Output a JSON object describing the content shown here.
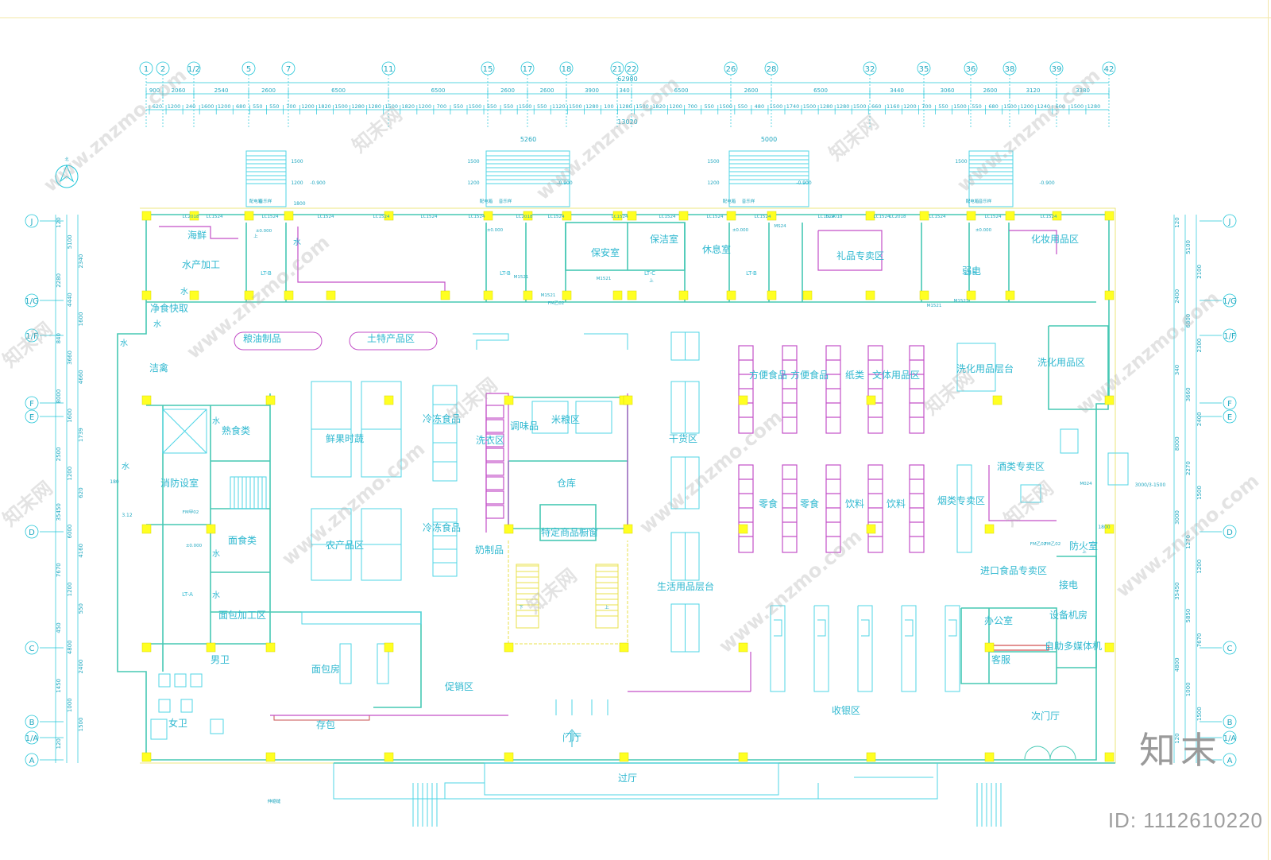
{
  "axes_top": [
    "1",
    "2",
    "1/2",
    "5",
    "7",
    "11",
    "15",
    "17",
    "18",
    "21",
    "22",
    "26",
    "28",
    "32",
    "35",
    "36",
    "38",
    "39",
    "42"
  ],
  "axes_side": [
    "J",
    "1/G",
    "1/F",
    "F",
    "E",
    "D",
    "C",
    "B",
    "1/A",
    "A"
  ],
  "overall_dim": "62980",
  "center_dim": "13020",
  "dims_row1": [
    "900",
    "2060",
    "2540",
    "2600",
    "6500",
    "6500",
    "2600",
    "2600",
    "3900",
    "340",
    "6500",
    "2600",
    "6500",
    "3440",
    "3060",
    "2600",
    "3120",
    "3380"
  ],
  "dims_row2": [
    "620",
    "1200",
    "240",
    "1600",
    "1200",
    "680",
    "550",
    "550",
    "700",
    "1200",
    "1820",
    "1500",
    "1280",
    "1280",
    "1500",
    "1820",
    "1200",
    "700",
    "550",
    "1500",
    "550",
    "550",
    "1500",
    "550",
    "1120",
    "1500",
    "1280",
    "100",
    "1280",
    "1500",
    "1820",
    "1200",
    "700",
    "550",
    "1500",
    "550",
    "480",
    "1500",
    "1740",
    "1500",
    "1280",
    "1280",
    "1500",
    "660",
    "1160",
    "1200",
    "700",
    "550",
    "1500",
    "550",
    "680",
    "1500",
    "1200",
    "1240",
    "600",
    "1500",
    "1280"
  ],
  "left_dims": [
    "120",
    "5100",
    "2340",
    "2280",
    "4440",
    "1600",
    "840",
    "3660",
    "4660",
    "8000",
    "1600",
    "1739",
    "2500",
    "1200",
    "620",
    "35450",
    "6000",
    "4160",
    "7670",
    "1200",
    "550",
    "450",
    "4800",
    "2400",
    "1450",
    "1000",
    "1500",
    "120"
  ],
  "right_dims": [
    "120",
    "5100",
    "2100",
    "2400",
    "6800",
    "2300",
    "340",
    "3660",
    "2400",
    "8000",
    "2270",
    "1500",
    "3000",
    "1270",
    "1200",
    "35450",
    "5850",
    "7670",
    "4800",
    "1000",
    "1500",
    "120"
  ],
  "small_dims": [
    "5260",
    "5000",
    "1500",
    "1200",
    "1500",
    "1200",
    "1500",
    "1200",
    "1800",
    "1500",
    "-0.900",
    "-0.900",
    "-0.900",
    "-0.900",
    "180",
    "3.12",
    "1800",
    "3000/3-1500"
  ],
  "rooms": [
    "海鲜",
    "水产加工",
    "净食快取",
    "洁禽",
    "熟食类",
    "消防设室",
    "面食类",
    "面包加工区",
    "男卫",
    "女卫",
    "面包房",
    "存包",
    "促销区",
    "鲜果时蔬",
    "农产品区",
    "冷冻食品",
    "冷冻食品",
    "奶制品",
    "洗衣区",
    "调味品",
    "米粮区",
    "仓库",
    "特定商品橱窗",
    "干货区",
    "生活用品层台",
    "保安室",
    "保洁室",
    "休息室",
    "礼品专卖区",
    "化妆用品区",
    "弱电",
    "方便食品",
    "方便食品",
    "纸类",
    "文体用品区",
    "零食",
    "零食",
    "饮料",
    "饮料",
    "烟类专卖区",
    "洗化用品层台",
    "洗化用品区",
    "酒类专卖区",
    "进口食品专卖区",
    "办公室",
    "设备机房",
    "自助多媒体机",
    "客服",
    "收银区",
    "次门厅",
    "门厅",
    "过厅",
    "防火室",
    "接电",
    "粮油制品",
    "土特产品区"
  ],
  "stair_labels": [
    "LT-B",
    "LT-B",
    "LT-C",
    "LT-B",
    "LT-B",
    "LT-A"
  ],
  "misc_labels": [
    "水",
    "水",
    "水",
    "水",
    "水",
    "水",
    "水",
    "水",
    "±0.000",
    "±0.000",
    "±0.000",
    "±0.000",
    "±0.000",
    "上",
    "下",
    "上",
    "上",
    "上",
    "伸缩缝",
    "音乐样",
    "配电箱",
    "音乐样",
    "配电箱",
    "音乐样",
    "配电箱",
    "音乐样",
    "配电箱",
    "FM甲02",
    "MS24",
    "M024",
    "FM乙02",
    "FM乙02",
    "FM乙02",
    "LC1524",
    "LC1524",
    "LC1524",
    "LC1524",
    "LC1524",
    "LC1524",
    "LC1524",
    "LC1524",
    "LC1524",
    "LC1524",
    "LC1524",
    "LC1524",
    "LC1524",
    "LC1524",
    "LC1524",
    "LC1524",
    "LC2018",
    "LC2018",
    "LC2018",
    "LC2018",
    "M1521",
    "M1521",
    "M1521",
    "M1521",
    "M1521"
  ],
  "compass": "北",
  "watermark": {
    "text": "znzmo.com",
    "brand": "知末网",
    "logo": "知末",
    "id": "ID: 1112610220"
  }
}
